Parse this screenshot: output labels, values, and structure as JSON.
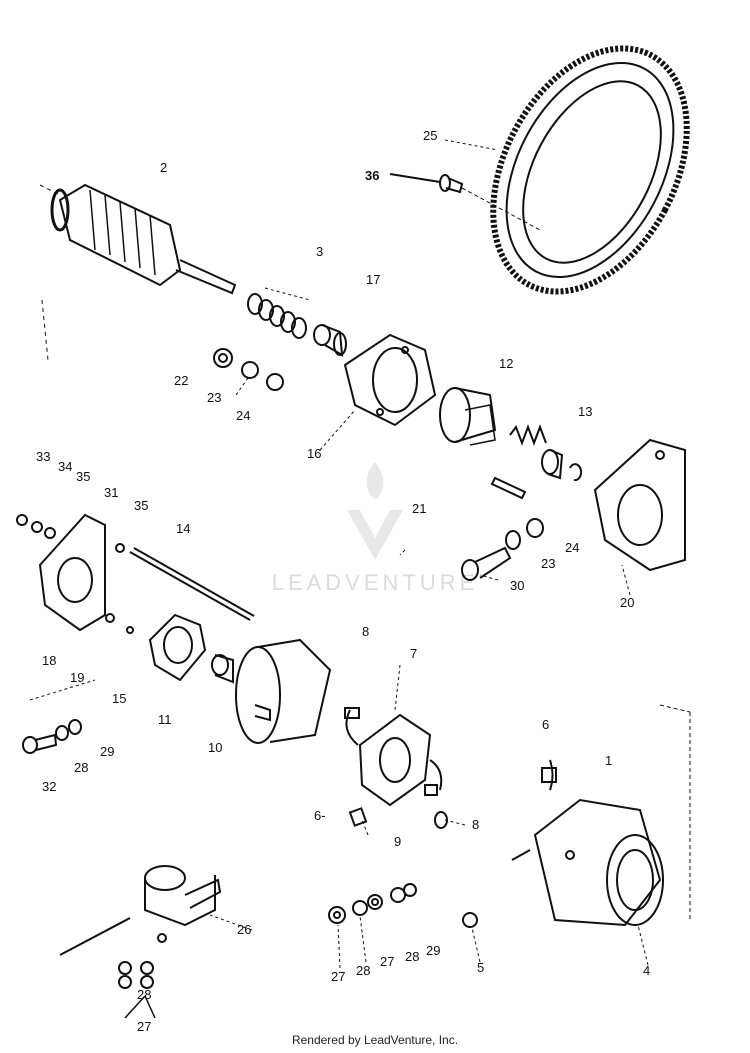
{
  "callouts": {
    "c1": "1",
    "c2": "2",
    "c3": "3",
    "c4": "4",
    "c5": "5",
    "c6a": "6",
    "c6b": "6-",
    "c7": "7",
    "c8a": "8",
    "c8b": "8",
    "c9": "9",
    "c10": "10",
    "c11": "11",
    "c12": "12",
    "c13": "13",
    "c14": "14",
    "c15": "15",
    "c16": "16",
    "c17": "17",
    "c18": "18",
    "c19": "19",
    "c20": "20",
    "c21": "21",
    "c22": "22",
    "c23a": "23",
    "c23b": "23",
    "c24a": "24",
    "c24b": "24",
    "c25": "25",
    "c26": "26",
    "c27a": "27",
    "c27b": "27",
    "c27c": "27",
    "c28a": "28",
    "c28b": "28",
    "c28c": "28",
    "c28d": "28",
    "c29a": "29",
    "c29b": "29",
    "c30": "30",
    "c31": "31",
    "c32": "32",
    "c33": "33",
    "c34": "34",
    "c35a": "35",
    "c35b": "35",
    "c36": "36"
  },
  "watermark": {
    "text": "LEADVENTURE"
  },
  "footer": {
    "text": "Rendered by LeadVenture, Inc."
  }
}
